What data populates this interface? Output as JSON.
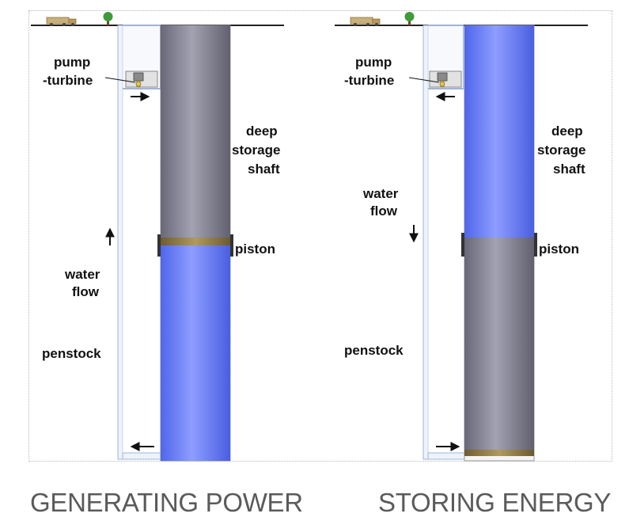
{
  "panels": [
    {
      "caption": "GENERATING POWER",
      "labels": {
        "pump_line1": "pump",
        "pump_line2": "-turbine",
        "shaft_line1": "deep",
        "shaft_line2": "storage",
        "shaft_line3": "shaft",
        "piston": "piston",
        "flow_line1": "water",
        "flow_line2": "flow",
        "penstock": "penstock"
      },
      "water_flow_direction": "up",
      "piston_level": 0.49
    },
    {
      "caption": "STORING ENERGY",
      "labels": {
        "pump_line1": "pump",
        "pump_line2": "-turbine",
        "shaft_line1": "deep",
        "shaft_line2": "storage",
        "shaft_line3": "shaft",
        "piston": "piston",
        "flow_line1": "water",
        "flow_line2": "flow",
        "penstock": "penstock"
      },
      "water_flow_direction": "down",
      "piston_level": 0.5
    }
  ],
  "colors": {
    "water": "#5a6ff0",
    "piston_body": "#7f7f90",
    "piston_cap": "#8a7440",
    "penstock": "#9fb3d8",
    "ground": "#222222",
    "tree": "#3f9a3a",
    "truck": "#c8b07a"
  },
  "icons": [
    "truck-icon",
    "tree-icon",
    "arrow-icon"
  ]
}
